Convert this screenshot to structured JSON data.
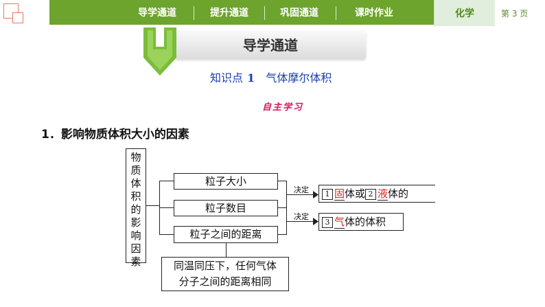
{
  "nav": {
    "items": [
      "导学通道",
      "提升通道",
      "巩固通道",
      "课时作业"
    ],
    "active": "化学",
    "page": "第 3 页"
  },
  "banner": {
    "title": "导学通道"
  },
  "knowledge": {
    "prefix": "知识点",
    "number": "1",
    "name": "气体摩尔体积"
  },
  "study_tag": "自主学习",
  "section_heading": "1．影响物质体积大小的因素",
  "diagram": {
    "root": "物质体积的影响因素",
    "factors": [
      "粒子大小",
      "粒子数目",
      "粒子之间的距离"
    ],
    "decide_label": "决定",
    "result1": {
      "n1": "1",
      "w1": "固",
      "mid": "体或",
      "n2": "2",
      "w2": "液",
      "tail": "体的"
    },
    "result2": {
      "n3": "3",
      "w3": "气",
      "tail": "体的体积"
    },
    "note_line1": "同温同压下，任何气体",
    "note_line2": "分子之间的距离相同"
  },
  "colors": {
    "nav_green": "#6da42d",
    "blank_red": "#e02020",
    "title_blue": "#1a3fae",
    "tag_pink": "#d8155a"
  }
}
